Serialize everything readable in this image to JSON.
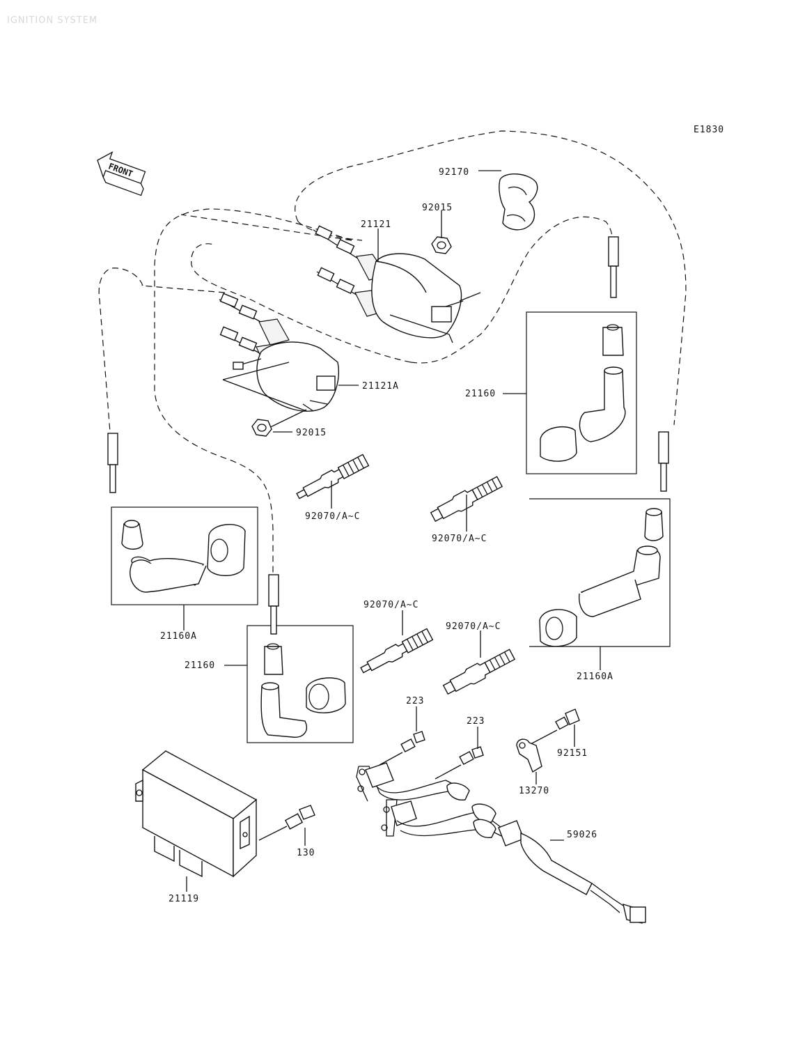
{
  "header": {
    "title": "IGNITION SYSTEM"
  },
  "diagram_code": "E1830",
  "front_label": "FRONT",
  "parts": {
    "p92170": "92170",
    "p92015_top": "92015",
    "p21121": "21121",
    "p21121A": "21121A",
    "p92015_mid": "92015",
    "p21160_right": "21160",
    "p92070_center": "92070/A~C",
    "p92070_right": "92070/A~C",
    "p21160A_left": "21160A",
    "p92070_low_center": "92070/A~C",
    "p92070_low_right": "92070/A~C",
    "p21160_left": "21160",
    "p21160A_right": "21160A",
    "p223_left": "223",
    "p223_right": "223",
    "p92151": "92151",
    "p13270": "13270",
    "p59026": "59026",
    "p130": "130",
    "p21119": "21119"
  }
}
